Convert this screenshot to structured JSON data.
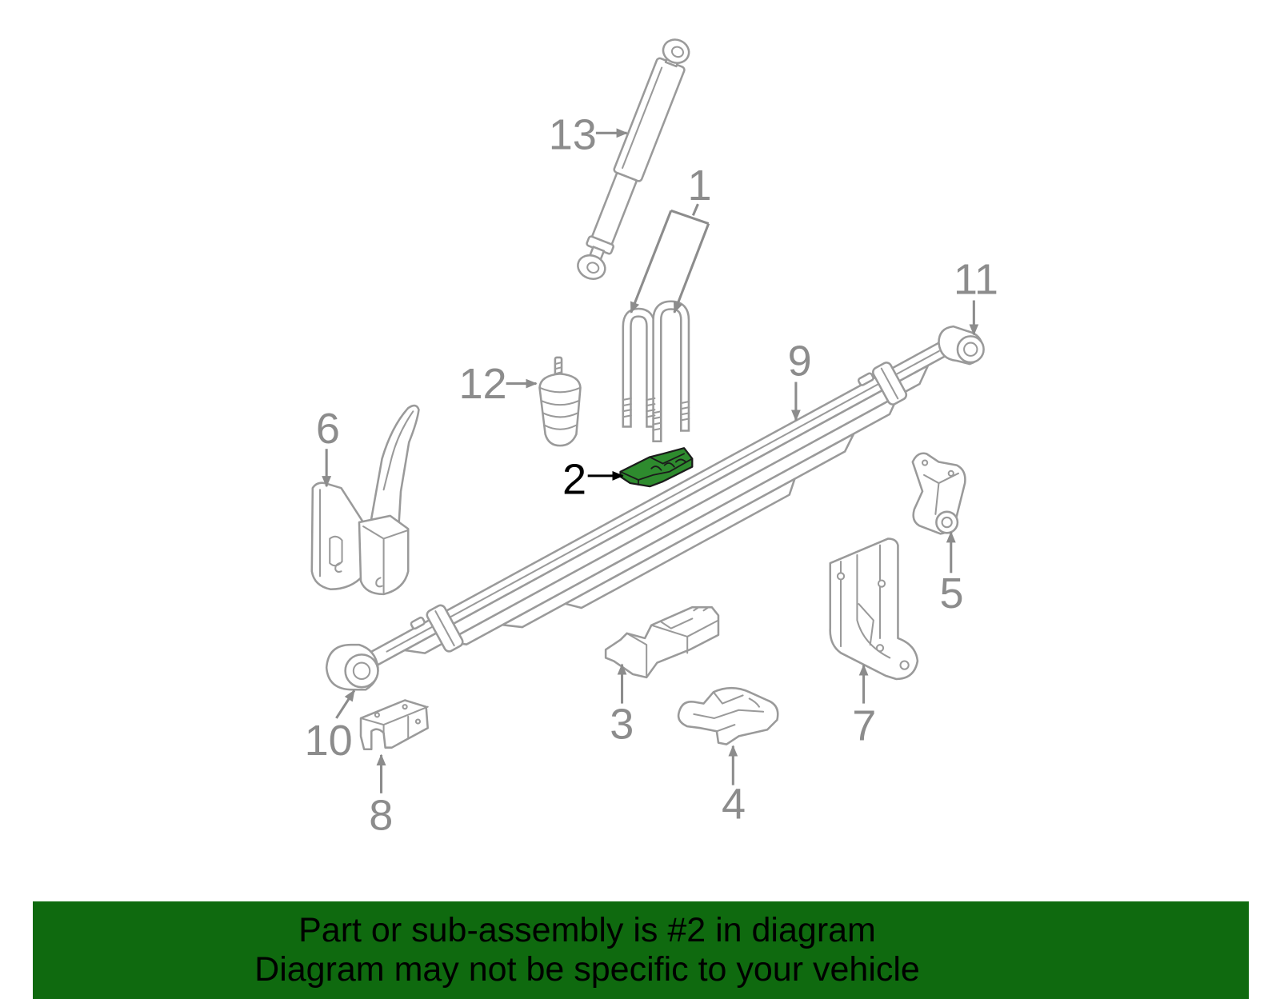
{
  "callouts": {
    "1": "1",
    "2": "2",
    "3": "3",
    "4": "4",
    "5": "5",
    "6": "6",
    "7": "7",
    "8": "8",
    "9": "9",
    "10": "10",
    "11": "11",
    "12": "12",
    "13": "13"
  },
  "banner": {
    "line1": "Part or sub-assembly is #2 in diagram",
    "line2": "Diagram may not be specific to your vehicle"
  },
  "colors": {
    "banner": "#0f6a0f",
    "highlight": "#2e8b2e",
    "callout_text": "#8c8c8c",
    "highlight_callout_text": "#000000"
  }
}
